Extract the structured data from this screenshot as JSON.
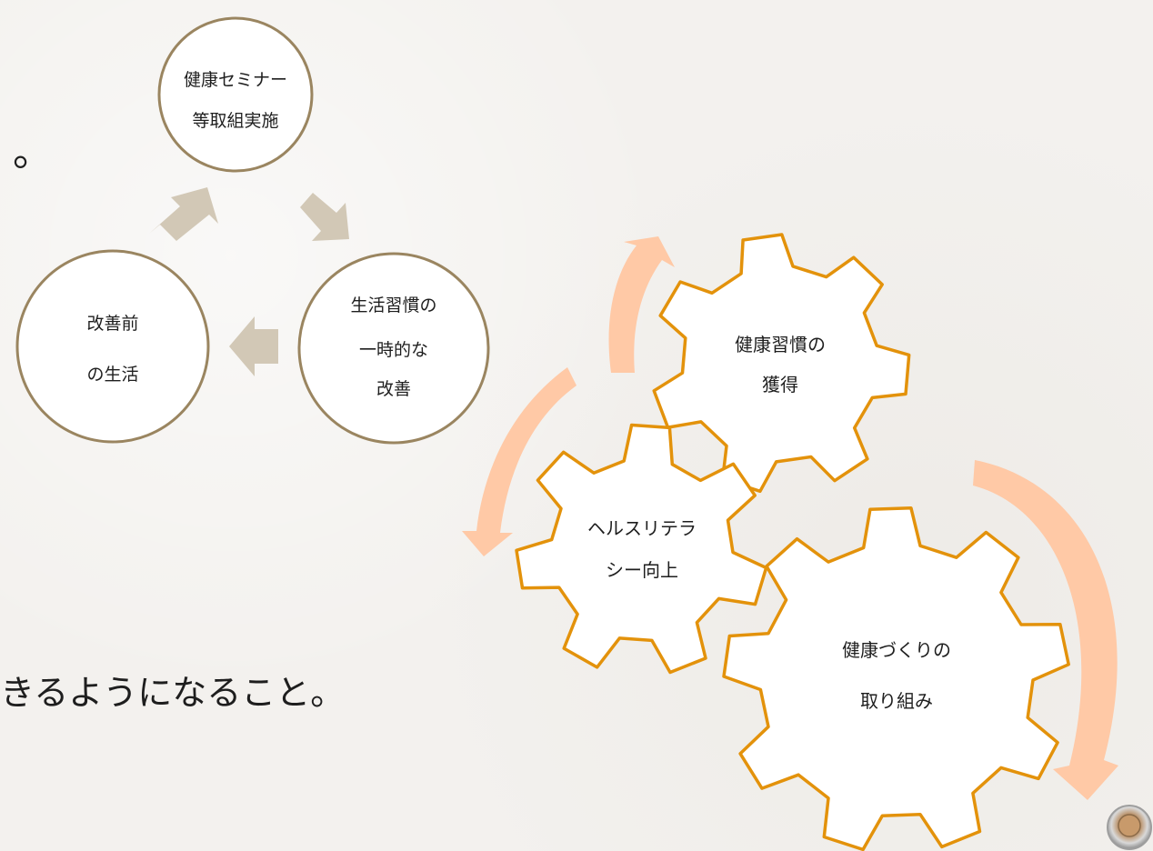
{
  "cycle": {
    "nodes": [
      {
        "lines": [
          "健康セミナー",
          "等取組実施"
        ]
      },
      {
        "lines": [
          "生活習慣の",
          "一時的な",
          "改善"
        ]
      },
      {
        "lines": [
          "改善前",
          "の生活"
        ]
      }
    ]
  },
  "gears": [
    {
      "lines": [
        "健康習慣の",
        "獲得"
      ]
    },
    {
      "lines": [
        "ヘルスリテラ",
        "シー向上"
      ]
    },
    {
      "lines": [
        "健康づくりの",
        "取り組み"
      ]
    }
  ],
  "slide_text": {
    "top_fragment": "。",
    "bottom_fragment": "きるようになること。"
  },
  "colors": {
    "circle_border": "#9a8560",
    "cycle_arrow": "#d2c8b6",
    "gear_border": "#e3920b",
    "gear_arrow": "#ffc9a6",
    "text": "#1e1e1e"
  },
  "icons": {
    "corner_button": "coin-icon"
  }
}
